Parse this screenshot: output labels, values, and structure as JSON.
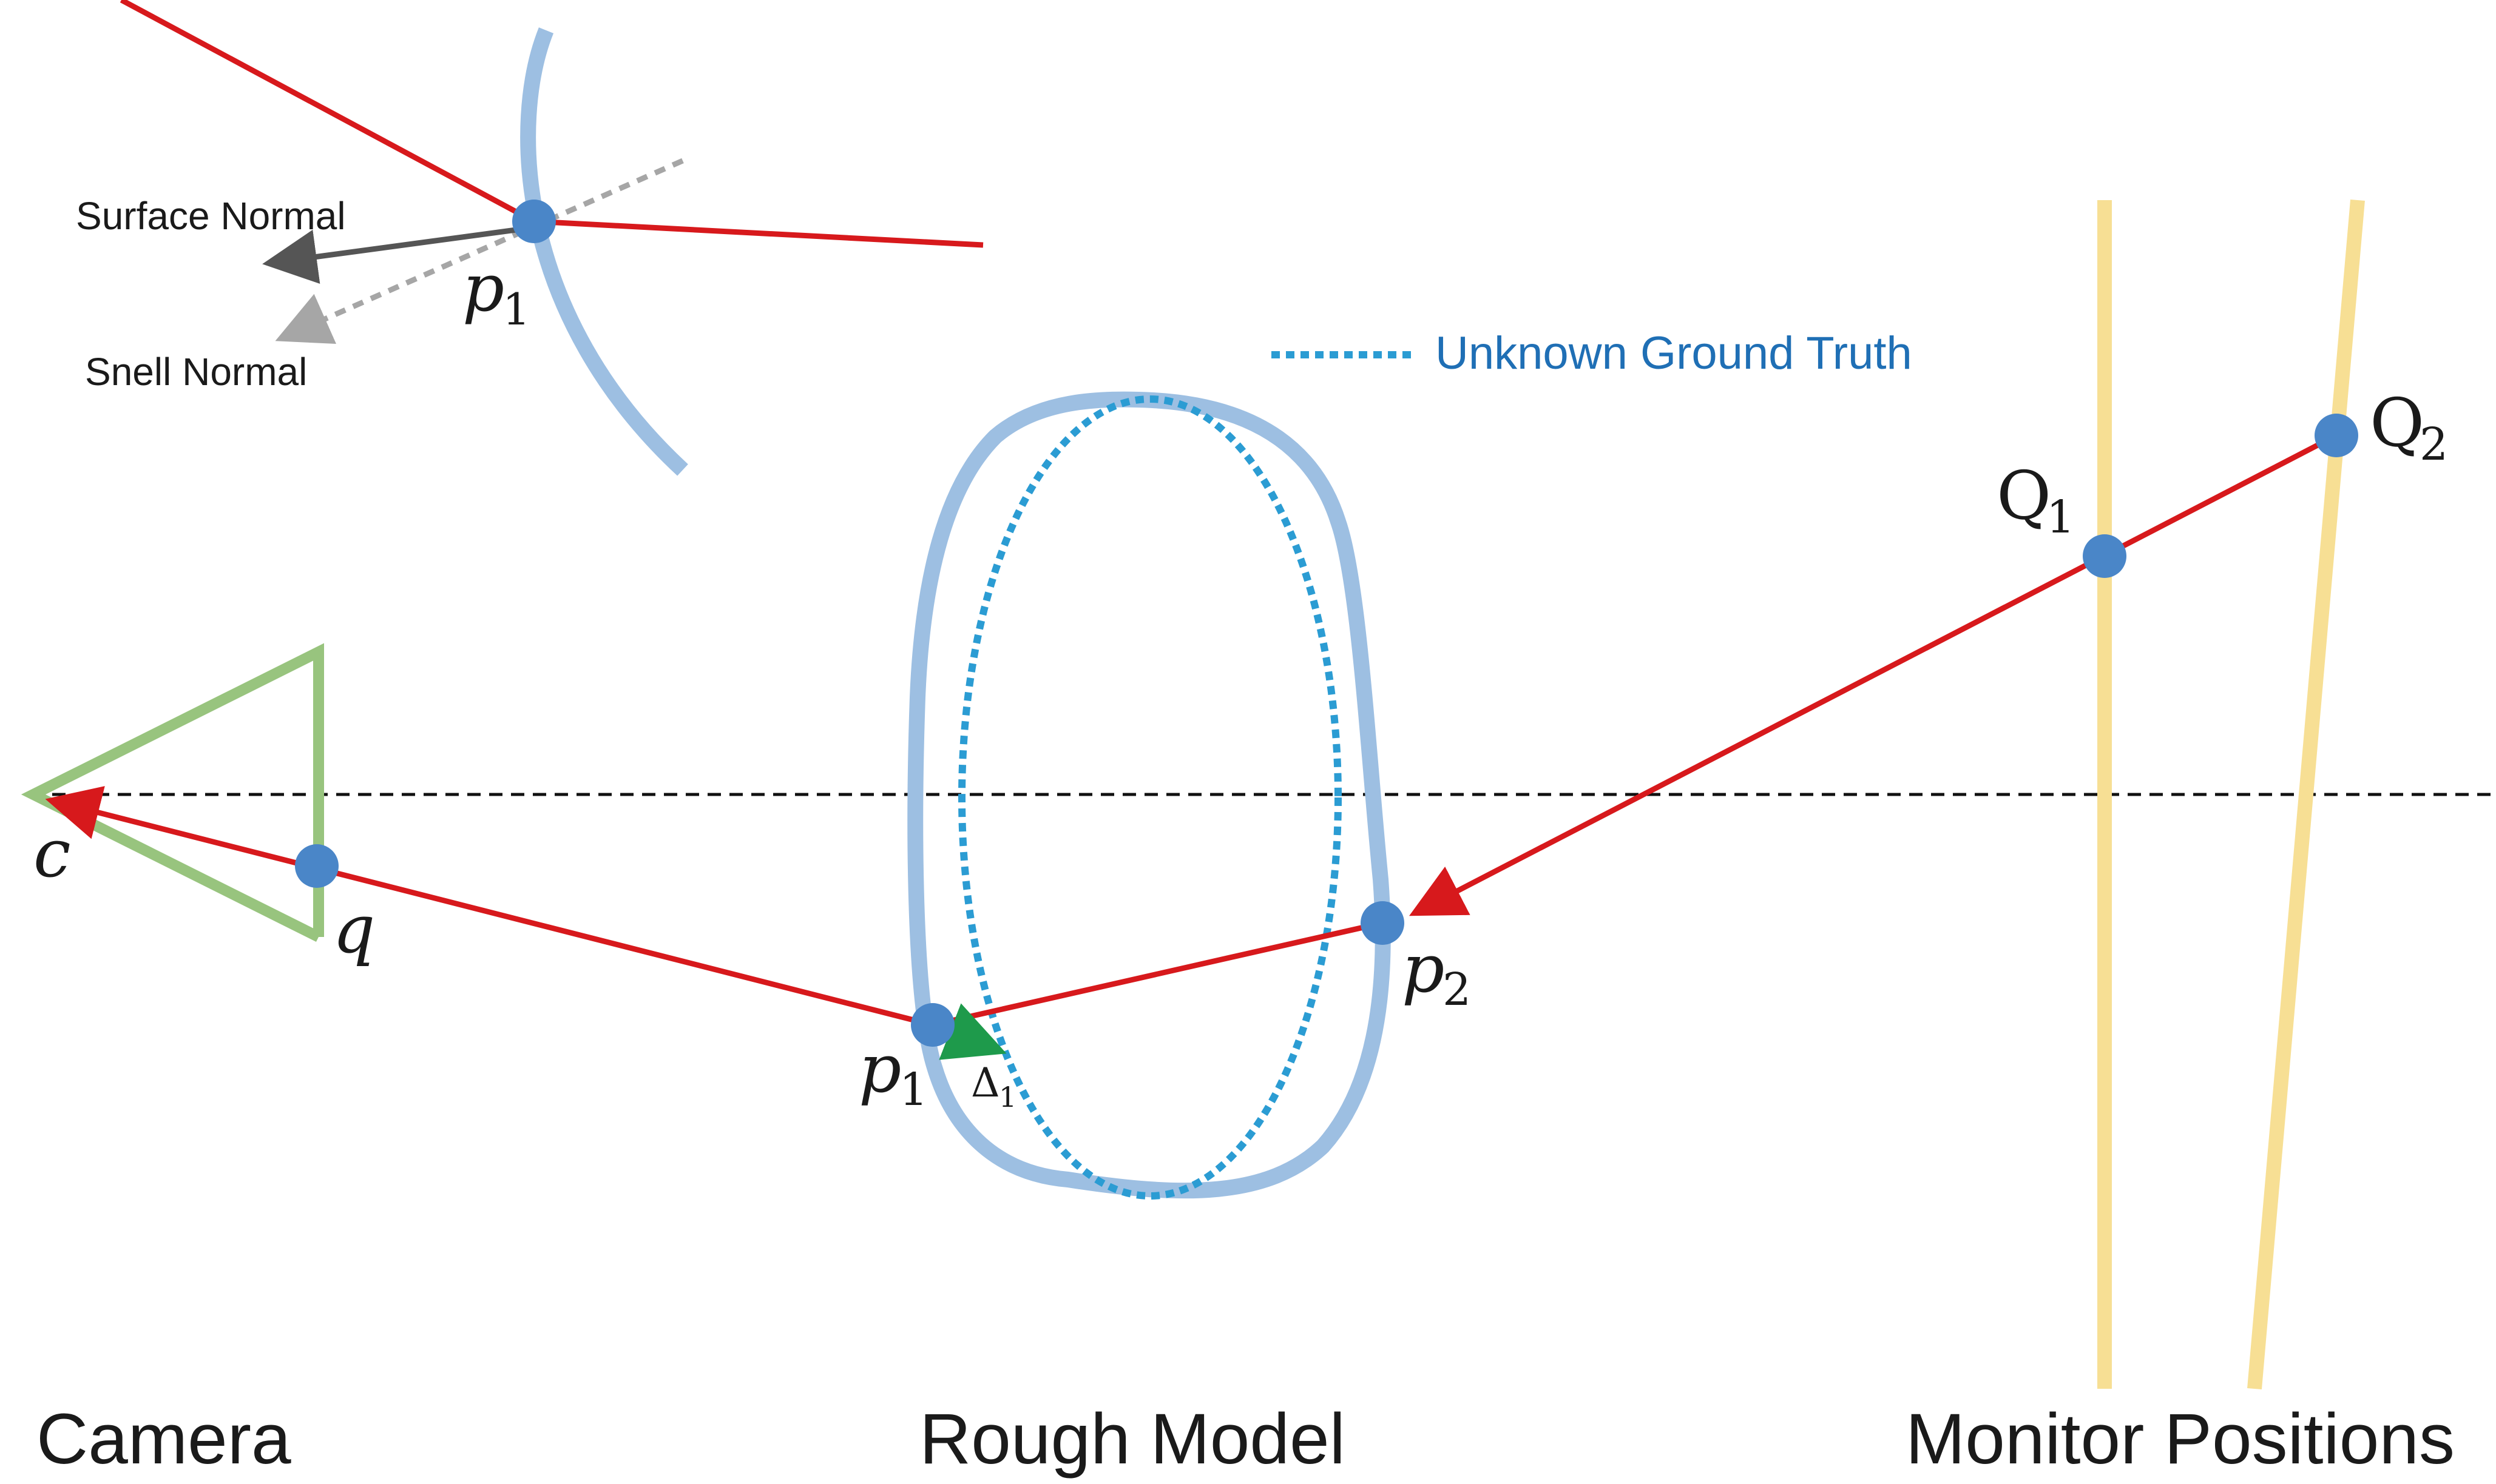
{
  "labels": {
    "surface_normal": "Surface Normal",
    "snell_normal": "Snell Normal",
    "unknown_ground_truth": "Unknown Ground Truth",
    "camera": "Camera",
    "rough_model": "Rough Model",
    "monitor_positions": "Monitor Positions"
  },
  "points": {
    "c": "c",
    "q": "q",
    "p": "p",
    "p_sub_1": "1",
    "p_sub_2": "2",
    "delta": "Δ",
    "delta_sub": "1",
    "Q": "Q",
    "Q_sub_1": "1",
    "Q_sub_2": "2"
  },
  "colors": {
    "ray": "#d7191c",
    "surface": "#9dbfe2",
    "ground_truth": "#2b9cd3",
    "ground_truth_label": "#1f6fb5",
    "point": "#4a86c8",
    "camera": "#98c47e",
    "monitor": "#f7df94",
    "surface_normal": "#555555",
    "snell_normal": "#a6a6a6",
    "delta_arrow": "#1e9a4b",
    "axis": "#111111",
    "text": "#1a1a1a"
  }
}
